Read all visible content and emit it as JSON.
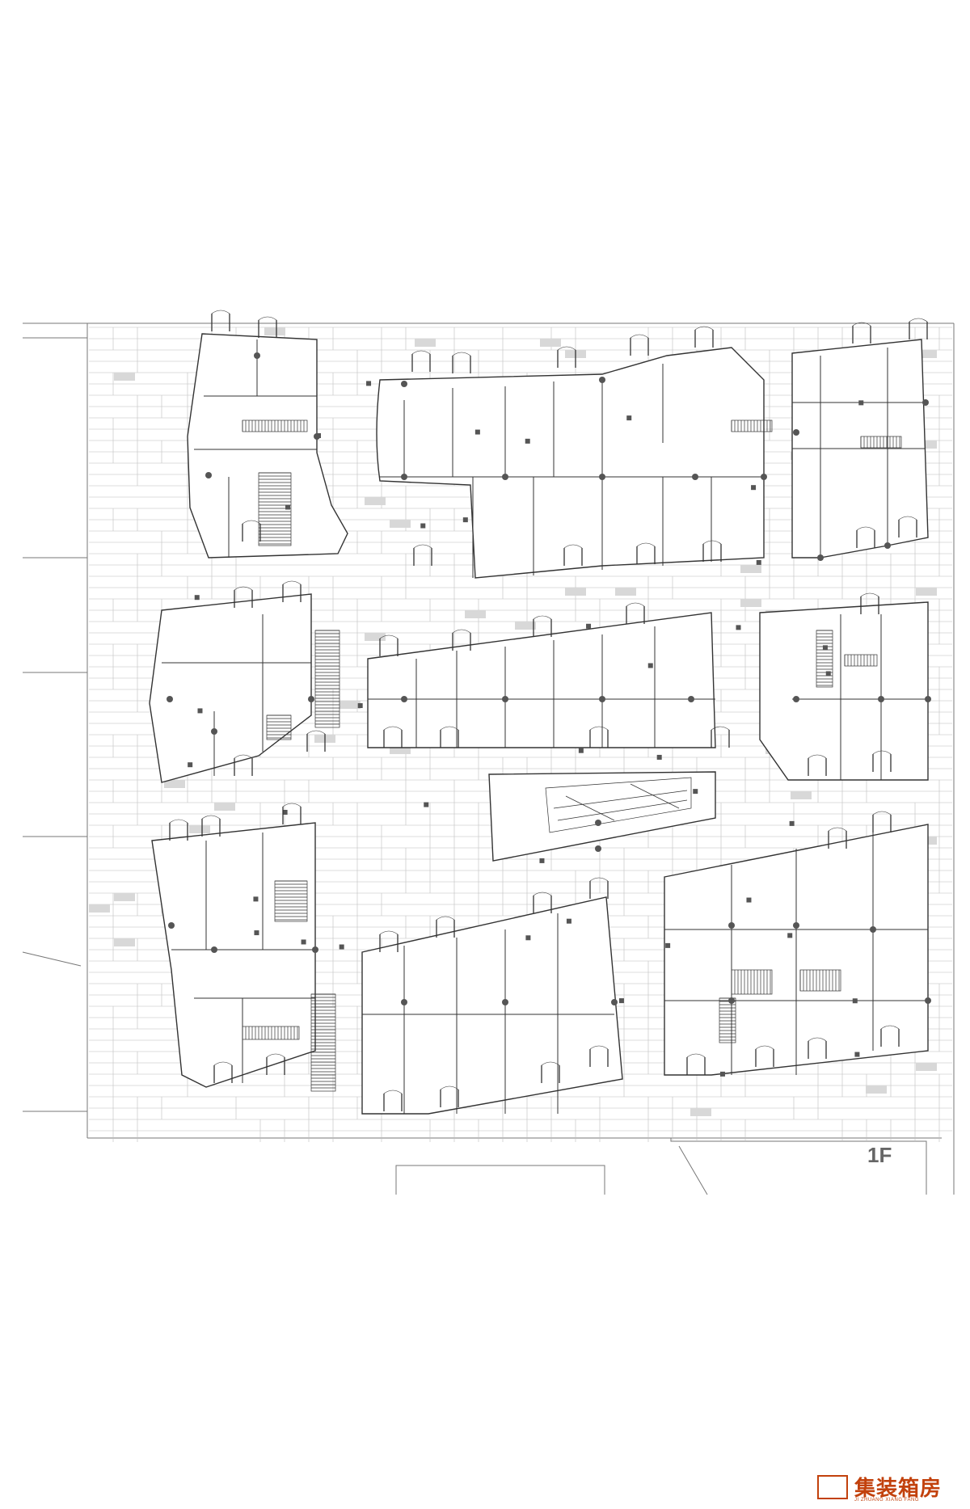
{
  "floor_label": "1F",
  "logo": {
    "name_cn": "集装箱房",
    "name_pinyin": "JI ZHUANG XIANG FANG",
    "color": "#c2410c"
  },
  "colors": {
    "line": "#333333",
    "grid": "#bdbdbd",
    "hatch": "#d8d8d8",
    "column": "#555555"
  }
}
